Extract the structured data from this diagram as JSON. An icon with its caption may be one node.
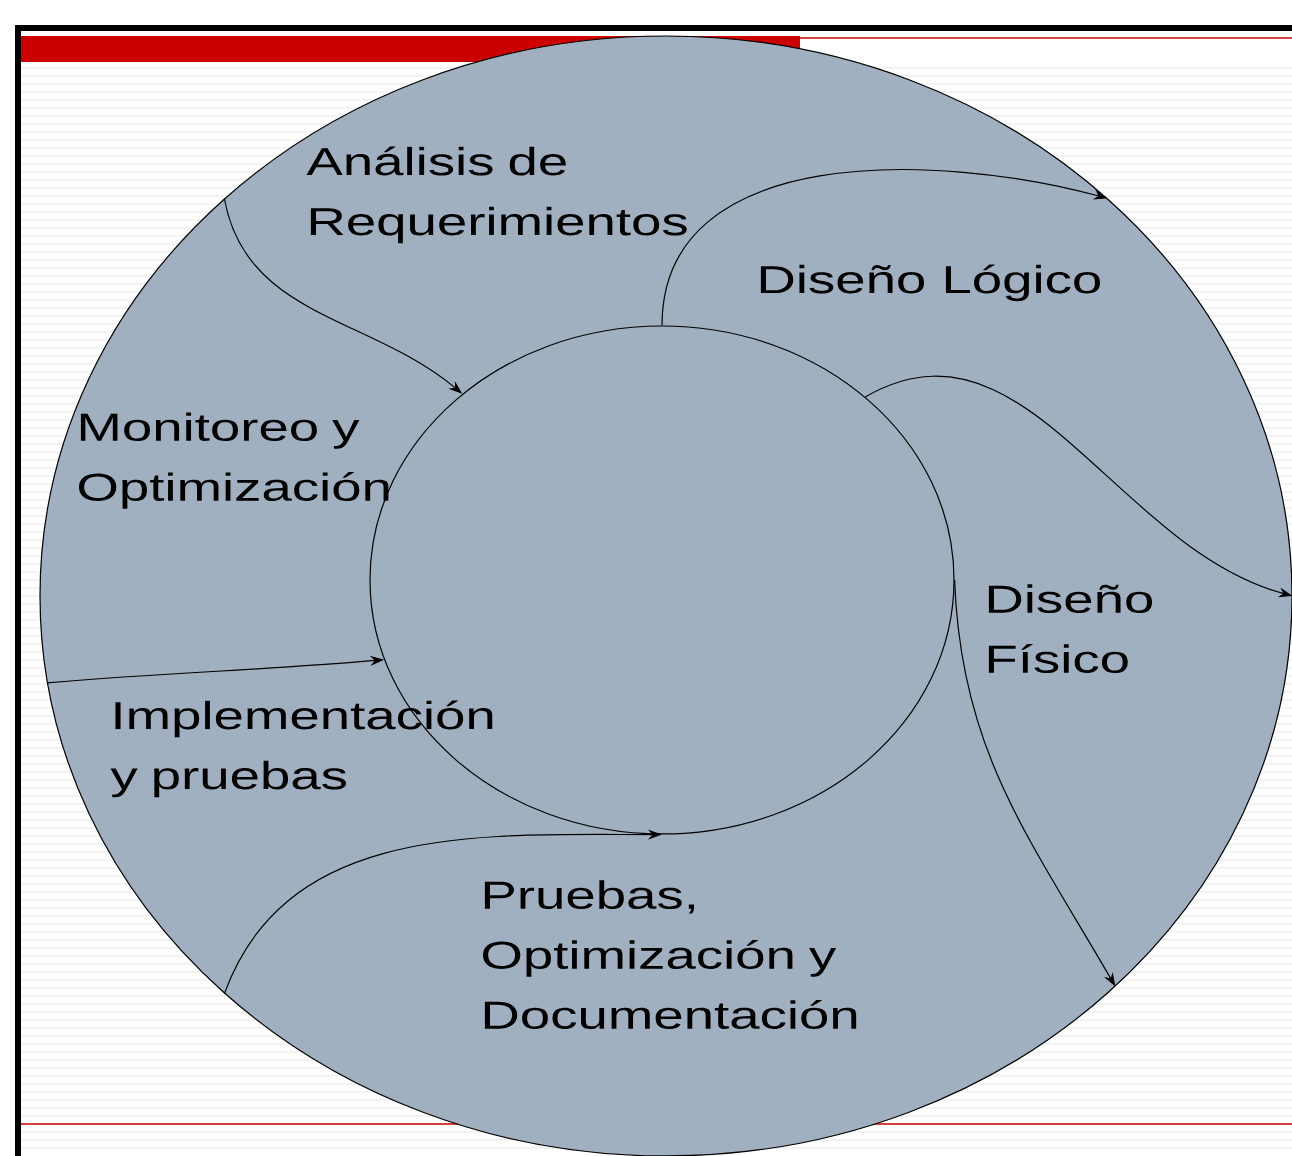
{
  "diagram": {
    "nodes": [
      {
        "text": [],
        "shape": "circle"
      },
      {
        "text": [],
        "shape": "circle",
        "in": 0
      }
    ],
    "edges": [
      {
        "from": 0,
        "to": 1,
        "arrow": "to"
      },
      {
        "from": 1,
        "to": 0,
        "arrow": "to"
      },
      {
        "from": 1,
        "to": 0,
        "arrow": "to"
      },
      {
        "from": 1,
        "to": 0,
        "arrow": "to"
      },
      {
        "from": 0,
        "to": 1,
        "arrow": "to"
      },
      {
        "from": 0,
        "to": 1,
        "arrow": "to"
      }
    ],
    "labels": [
      "Análisis de Requerimientos",
      "Diseño Lógico",
      "Monitoreo y Optimización",
      "Diseño Físico",
      "Implementación y pruebas",
      "Pruebas, Optimización y Documentación"
    ]
  }
}
